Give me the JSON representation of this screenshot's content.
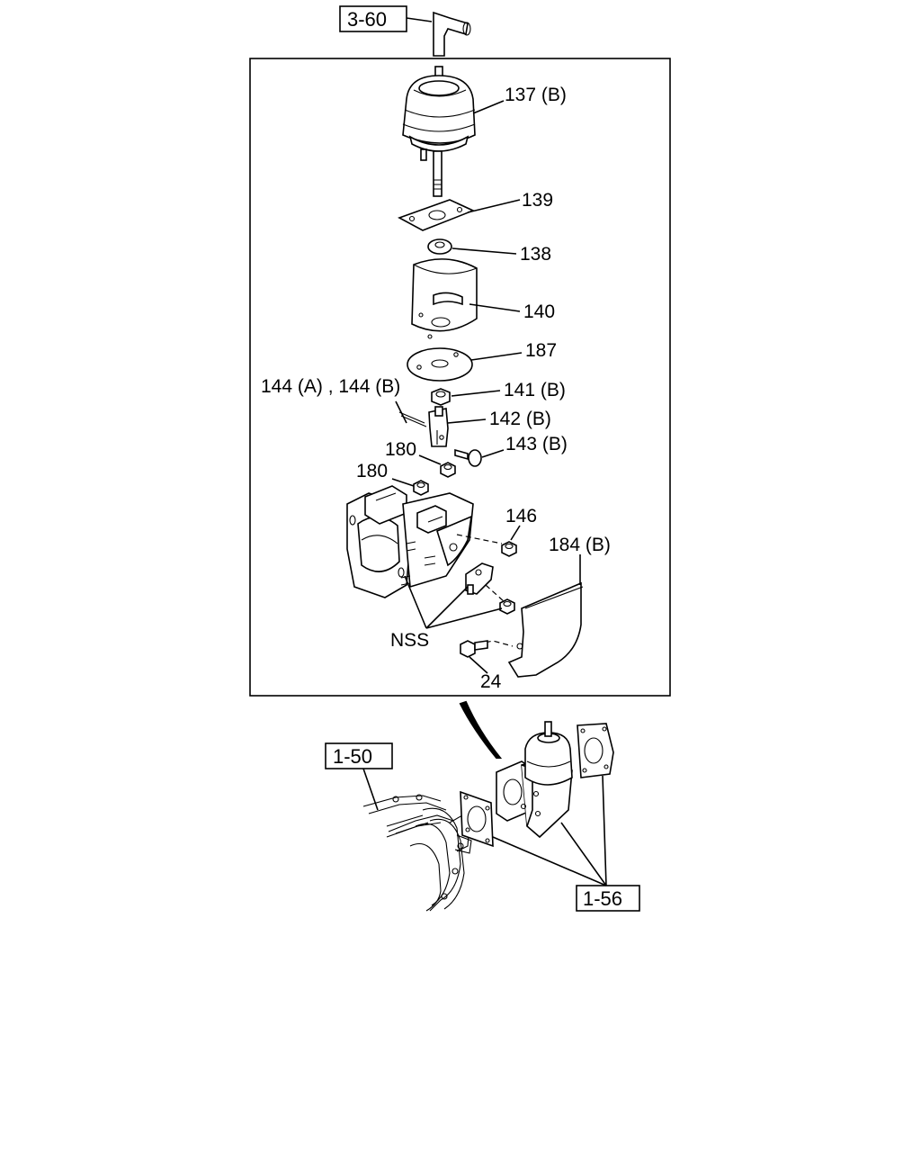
{
  "refs": {
    "top": "3-60",
    "left": "1-50",
    "bottom": "1-56"
  },
  "labels": {
    "p137": "137 (B)",
    "p139": "139",
    "p138": "138",
    "p140": "140",
    "p187": "187",
    "p144": "144 (A) , 144 (B)",
    "p141": "141 (B)",
    "p142": "142 (B)",
    "p143": "143 (B)",
    "p180a": "180",
    "p180b": "180",
    "p146": "146",
    "p184": "184 (B)",
    "nss": "NSS",
    "p24": "24"
  }
}
